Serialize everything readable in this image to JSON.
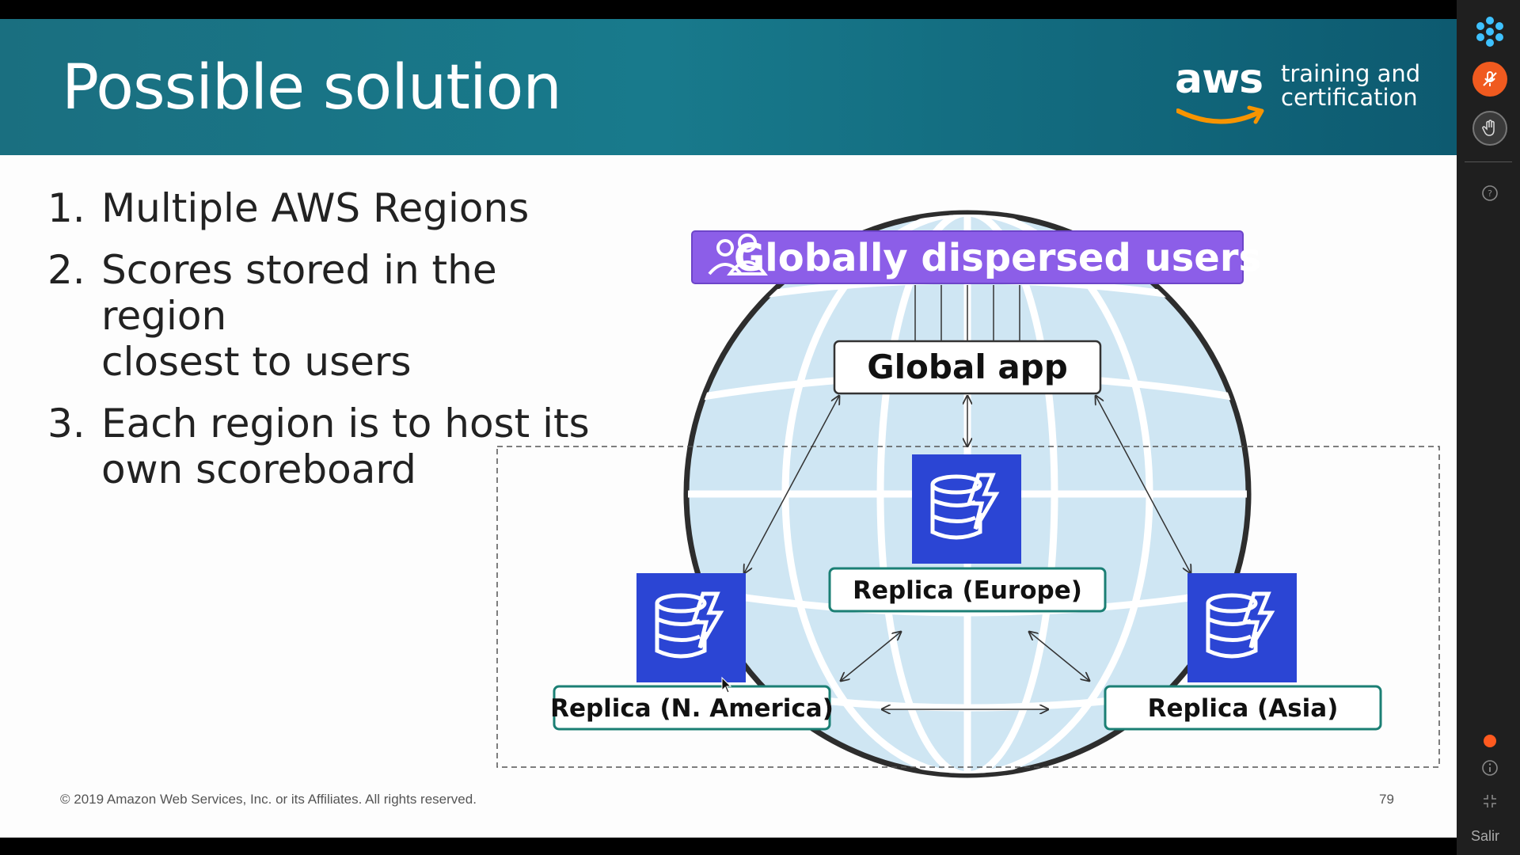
{
  "slide": {
    "title": "Possible solution",
    "logo": {
      "wordmark": "aws",
      "tagline_line1": "training and",
      "tagline_line2": "certification"
    },
    "points": [
      {
        "num": "1.",
        "lines": [
          "Multiple AWS Regions"
        ]
      },
      {
        "num": "2.",
        "lines": [
          "Scores stored in the region",
          "closest to users"
        ]
      },
      {
        "num": "3.",
        "lines": [
          "Each region is to host its",
          "own scoreboard"
        ]
      }
    ],
    "footer": "© 2019 Amazon Web Services, Inc. or its Affiliates. All rights reserved.",
    "page_number": "79"
  },
  "diagram": {
    "users_label": "Globally dispersed users",
    "app_label": "Global app",
    "replicas": {
      "europe": "Replica (Europe)",
      "namerica": "Replica (N. America)",
      "asia": "Replica (Asia)"
    },
    "colors": {
      "users_banner": "#8c5ee8",
      "dynamo_icon": "#2b45d4",
      "globe_fill": "#cfe6f3",
      "replica_border": "#1b7f74"
    }
  },
  "sidebar": {
    "icons": [
      "app-logo-icon",
      "mute-microphone-icon",
      "raise-hand-icon",
      "help-icon",
      "recording-dot-icon",
      "info-icon",
      "exit-fullscreen-icon"
    ],
    "exit_label": "Salir"
  }
}
